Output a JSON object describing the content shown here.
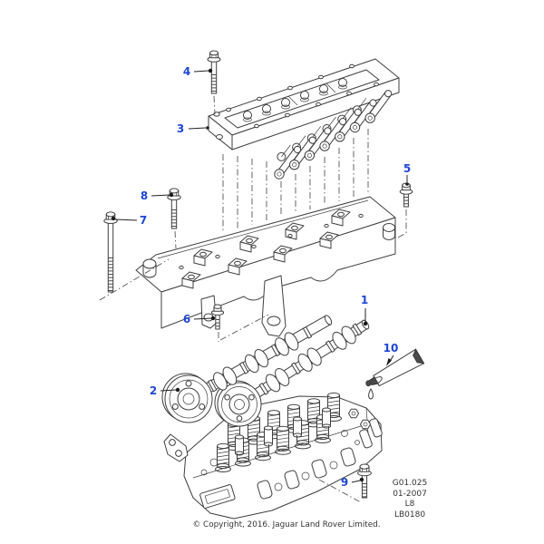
{
  "diagram": {
    "description": "Exploded engine parts diagram: camshaft carrier, camshafts and cylinder head",
    "callouts": [
      {
        "num": "1"
      },
      {
        "num": "2"
      },
      {
        "num": "3"
      },
      {
        "num": "4"
      },
      {
        "num": "5"
      },
      {
        "num": "6"
      },
      {
        "num": "7"
      },
      {
        "num": "8"
      },
      {
        "num": "9"
      },
      {
        "num": "10"
      }
    ],
    "info_block": {
      "lines": [
        "G01.025",
        "01-2007",
        "L8",
        "LB0180"
      ]
    },
    "copyright": "© Copyright, 2016. Jaguar Land Rover Limited.",
    "colors": {
      "callout-blue": "#1e46d5",
      "line-gray": "#3f3f3f"
    }
  }
}
